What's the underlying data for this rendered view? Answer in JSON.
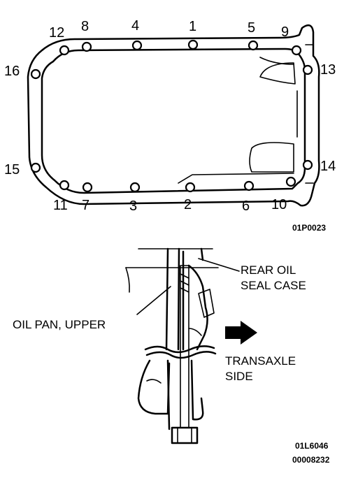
{
  "bolt_numbers": [
    "1",
    "2",
    "3",
    "4",
    "5",
    "6",
    "7",
    "8",
    "9",
    "10",
    "11",
    "12",
    "13",
    "14",
    "15",
    "16"
  ],
  "labels": {
    "rear_oil_seal_case_line1": "REAR OIL",
    "rear_oil_seal_case_line2": "SEAL CASE",
    "oil_pan_upper": "OIL PAN, UPPER",
    "transaxle_side_line1": "TRANSAXLE",
    "transaxle_side_line2": "SIDE"
  },
  "figure_codes": {
    "top": "01P0023",
    "bottom_line1": "01L6046",
    "bottom_line2": "00008232"
  },
  "colors": {
    "ink": "#000000",
    "paper": "#ffffff"
  },
  "icons": {
    "direction_arrow": "arrow-right-icon"
  }
}
